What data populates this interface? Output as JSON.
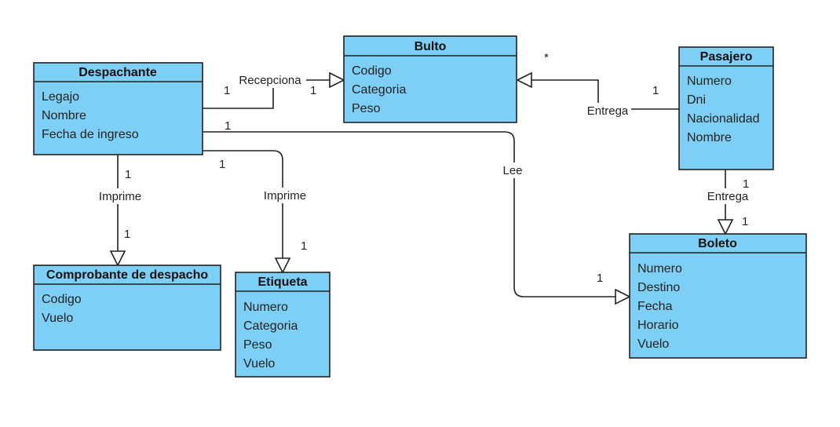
{
  "classes": {
    "despachante": {
      "name": "Despachante",
      "attributes": [
        "Legajo",
        "Nombre",
        "Fecha de ingreso"
      ]
    },
    "bulto": {
      "name": "Bulto",
      "attributes": [
        "Codigo",
        "Categoria",
        "Peso"
      ]
    },
    "pasajero": {
      "name": "Pasajero",
      "attributes": [
        "Numero",
        "Dni",
        "Nacionalidad",
        "Nombre"
      ]
    },
    "comprobante": {
      "name": "Comprobante de despacho",
      "attributes": [
        "Codigo",
        "Vuelo"
      ]
    },
    "etiqueta": {
      "name": "Etiqueta",
      "attributes": [
        "Numero",
        "Categoria",
        "Peso",
        "Vuelo"
      ]
    },
    "boleto": {
      "name": "Boleto",
      "attributes": [
        "Numero",
        "Destino",
        "Fecha",
        "Horario",
        "Vuelo"
      ]
    }
  },
  "relations": {
    "recepciona": {
      "label": "Recepciona",
      "source_mult": "1",
      "target_mult": "1"
    },
    "entrega_bulto": {
      "label": "Entrega",
      "source_mult": "1",
      "target_mult": "*"
    },
    "lee": {
      "label": "Lee",
      "source_mult": "1",
      "target_mult": "1"
    },
    "imprime_comprobante": {
      "label": "Imprime",
      "source_mult": "1",
      "target_mult": "1"
    },
    "imprime_etiqueta": {
      "label": "Imprime",
      "source_mult": "1",
      "target_mult": "1"
    },
    "entrega_boleto": {
      "label": "Entrega",
      "source_mult": "1",
      "target_mult": "1"
    }
  },
  "colors": {
    "class_fill": "#7dcff5",
    "stroke": "#222222",
    "background": "#ffffff"
  }
}
